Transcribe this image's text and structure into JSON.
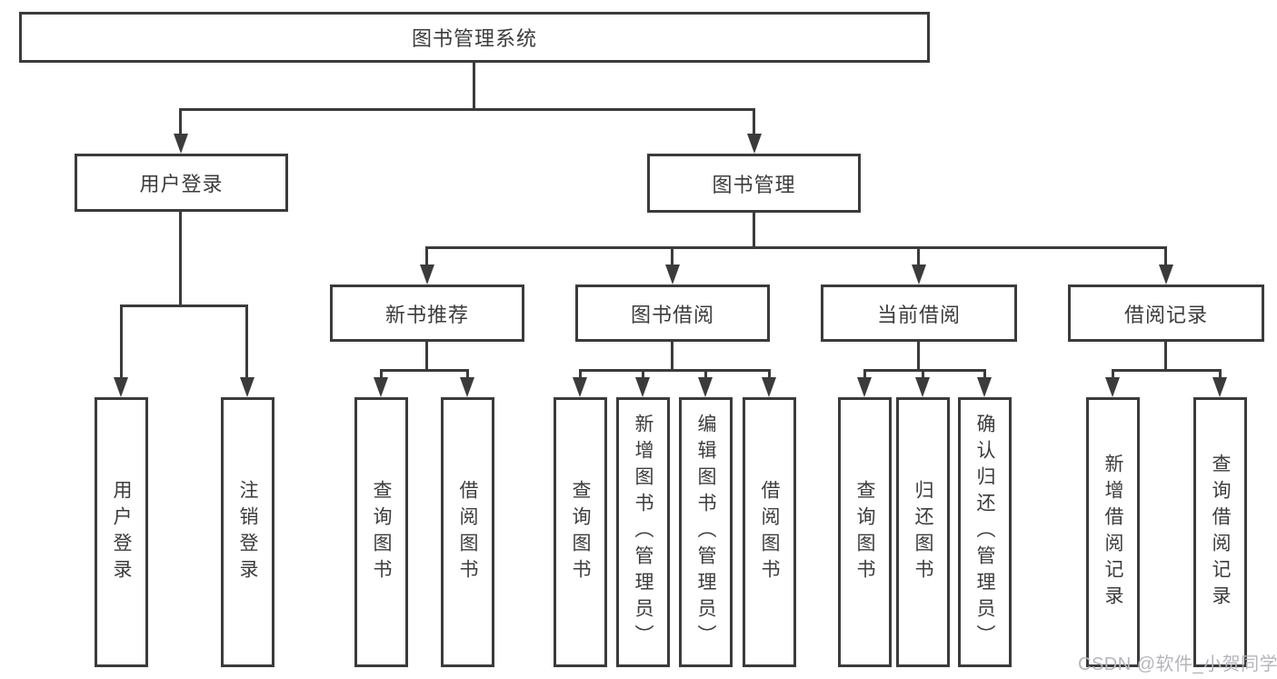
{
  "tree": {
    "root": "图书管理系统",
    "l2": {
      "user_login": "用户登录",
      "book_mgmt": "图书管理"
    },
    "l3": {
      "new_books": "新书推荐",
      "book_borrow": "图书借阅",
      "current_borrow": "当前借阅",
      "borrow_records": "借阅记录"
    },
    "leaves": {
      "login_user": "用户登录",
      "login_logout": "注销登录",
      "new_query": "查询图书",
      "new_borrow": "借阅图书",
      "bb_query": "查询图书",
      "bb_add": "新增图书（管理员）",
      "bb_edit": "编辑图书（管理员）",
      "bb_borrow": "借阅图书",
      "cb_query": "查询图书",
      "cb_return": "归还图书",
      "cb_confirm": "确认归还（管理员）",
      "br_add": "新增借阅记录",
      "br_query": "查询借阅记录"
    }
  },
  "watermark": "CSDN @软件_小贺同学",
  "colors": {
    "line": "#3b3b3b",
    "text": "#3c3c3c",
    "box_bg": "#ffffff",
    "watermark": "#b5b5bb",
    "background": "#ffffff"
  }
}
